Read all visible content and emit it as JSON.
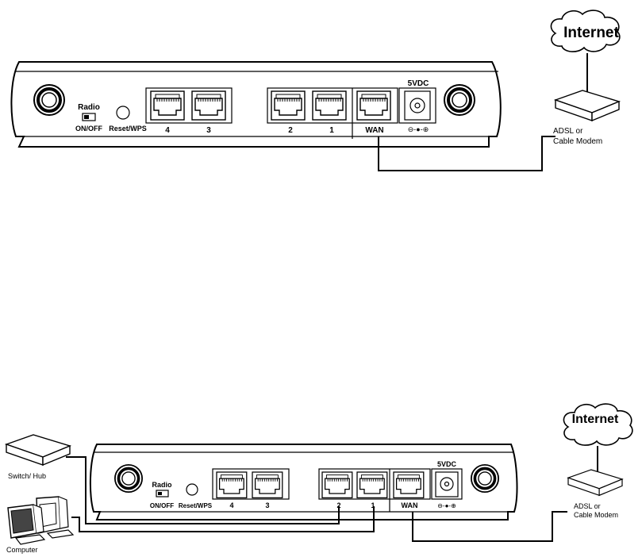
{
  "diagram1": {
    "cloud_label": "Internet",
    "modem_label_line1": "ADSL or",
    "modem_label_line2": "Cable Modem",
    "router": {
      "radio_label": "Radio",
      "radio_switch_label": "ON/OFF",
      "reset_label": "Reset/WPS",
      "power_label": "5VDC",
      "power_polarity": "⊖-●-⊕",
      "ports": [
        "4",
        "3",
        "2",
        "1"
      ],
      "wan_label": "WAN"
    }
  },
  "diagram2": {
    "cloud_label": "Internet",
    "modem_label_line1": "ADSL or",
    "modem_label_line2": "Cable Modem",
    "switch_label": "Switch/ Hub",
    "computer_label": "Computer",
    "router": {
      "radio_label": "Radio",
      "radio_switch_label": "ON/OFF",
      "reset_label": "Reset/WPS",
      "power_label": "5VDC",
      "power_polarity": "⊖-●-⊕",
      "ports": [
        "4",
        "3",
        "2",
        "1"
      ],
      "wan_label": "WAN"
    }
  }
}
